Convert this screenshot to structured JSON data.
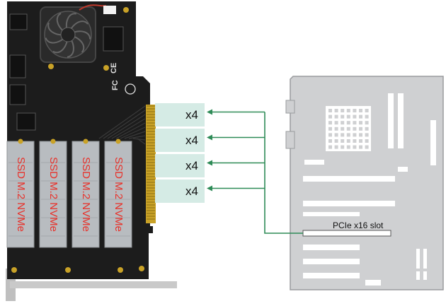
{
  "card": {
    "ssd_label": "SSD M.2 NVMe",
    "ssd_count": 4
  },
  "lanes": [
    {
      "label": "x4"
    },
    {
      "label": "x4"
    },
    {
      "label": "x4"
    },
    {
      "label": "x4"
    }
  ],
  "motherboard": {
    "slot_label": "PCIe x16 slot"
  },
  "colors": {
    "pcb": "#1c1c1c",
    "ssd_label": "#e8312a",
    "lane_band": "#d5ebe5",
    "arrow": "#2e8b57",
    "board": "#cfd0d2",
    "board_edge": "#9a9b9e"
  }
}
